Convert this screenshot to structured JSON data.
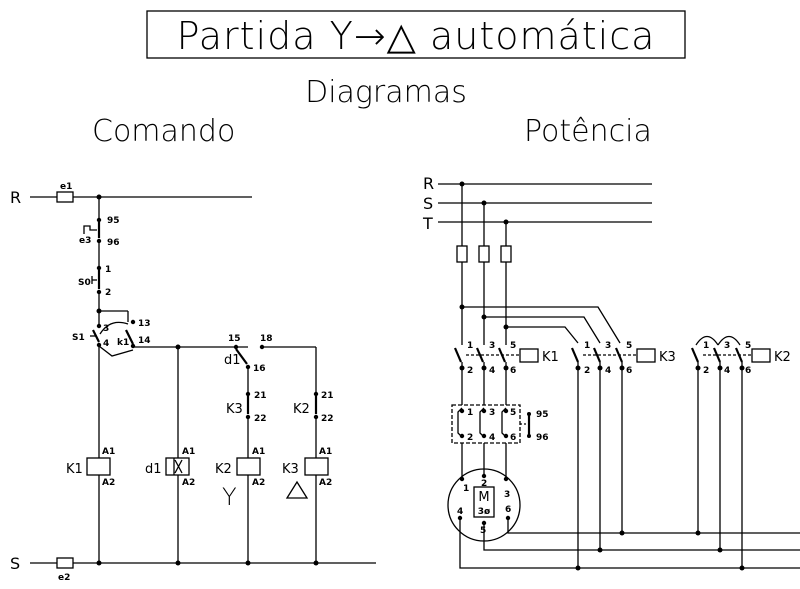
{
  "title": "Partida Y→△ automática",
  "subtitle": "Diagramas",
  "sections": {
    "command": "Comando",
    "power": "Potência"
  },
  "command": {
    "rail_top": "R",
    "rail_bottom": "S",
    "fuse_top": "e1",
    "fuse_bottom": "e2",
    "relay": {
      "name": "e3",
      "pin_a": "95",
      "pin_b": "96"
    },
    "stop_button": {
      "name": "S0",
      "pin_a": "1",
      "pin_b": "2"
    },
    "start_button": {
      "name": "S1",
      "pin_a": "3",
      "pin_b": "4"
    },
    "seal_contact": {
      "name": "k1",
      "pin_a": "13",
      "pin_b": "14"
    },
    "timer_contact": {
      "name": "d1",
      "pin_common": "15",
      "pin_nc": "16",
      "pin_no": "18"
    },
    "interlock_k3": {
      "name": "K3",
      "pin_a": "21",
      "pin_b": "22"
    },
    "interlock_k2": {
      "name": "K2",
      "pin_a": "21",
      "pin_b": "22"
    },
    "coils": [
      {
        "name": "K1",
        "a1": "A1",
        "a2": "A2",
        "symbol": ""
      },
      {
        "name": "d1",
        "a1": "A1",
        "a2": "A2",
        "symbol": ""
      },
      {
        "name": "K2",
        "a1": "A1",
        "a2": "A2",
        "symbol": "Y"
      },
      {
        "name": "K3",
        "a1": "A1",
        "a2": "A2",
        "symbol": "△"
      }
    ]
  },
  "power": {
    "phases": [
      "R",
      "S",
      "T"
    ],
    "contactors": [
      {
        "name": "K1",
        "top": [
          "1",
          "3",
          "5"
        ],
        "bottom": [
          "2",
          "4",
          "6"
        ]
      },
      {
        "name": "K3",
        "top": [
          "1",
          "3",
          "5"
        ],
        "bottom": [
          "2",
          "4",
          "6"
        ]
      },
      {
        "name": "K2",
        "top": [
          "1",
          "3",
          "5"
        ],
        "bottom": [
          "2",
          "4",
          "6"
        ]
      }
    ],
    "overload": {
      "top": [
        "1",
        "3",
        "5"
      ],
      "bottom": [
        "2",
        "4",
        "6"
      ],
      "aux_a": "95",
      "aux_b": "96"
    },
    "motor": {
      "label": "M",
      "phase": "3ø",
      "terminals": [
        "1",
        "2",
        "3",
        "4",
        "5",
        "6"
      ]
    }
  }
}
